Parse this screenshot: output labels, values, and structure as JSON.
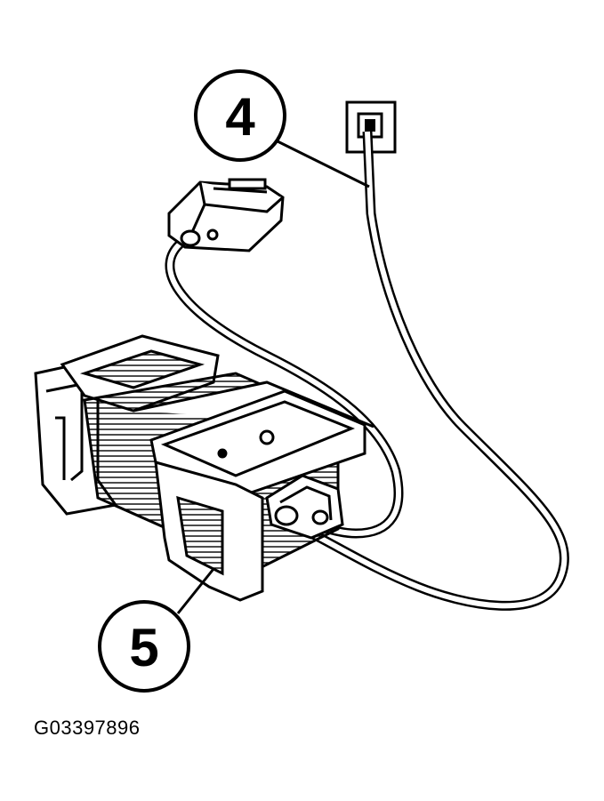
{
  "callouts": [
    {
      "id": "callout-4",
      "label": "4"
    },
    {
      "id": "callout-5",
      "label": "5"
    }
  ],
  "figure_code": "G03397896",
  "colors": {
    "line": "#000000",
    "background": "#ffffff"
  },
  "parts": [
    "diagnostic-interface-unit",
    "network-cable",
    "wall-network-socket",
    "vehicle-diagnostic-connector",
    "diagnostic-cable"
  ]
}
